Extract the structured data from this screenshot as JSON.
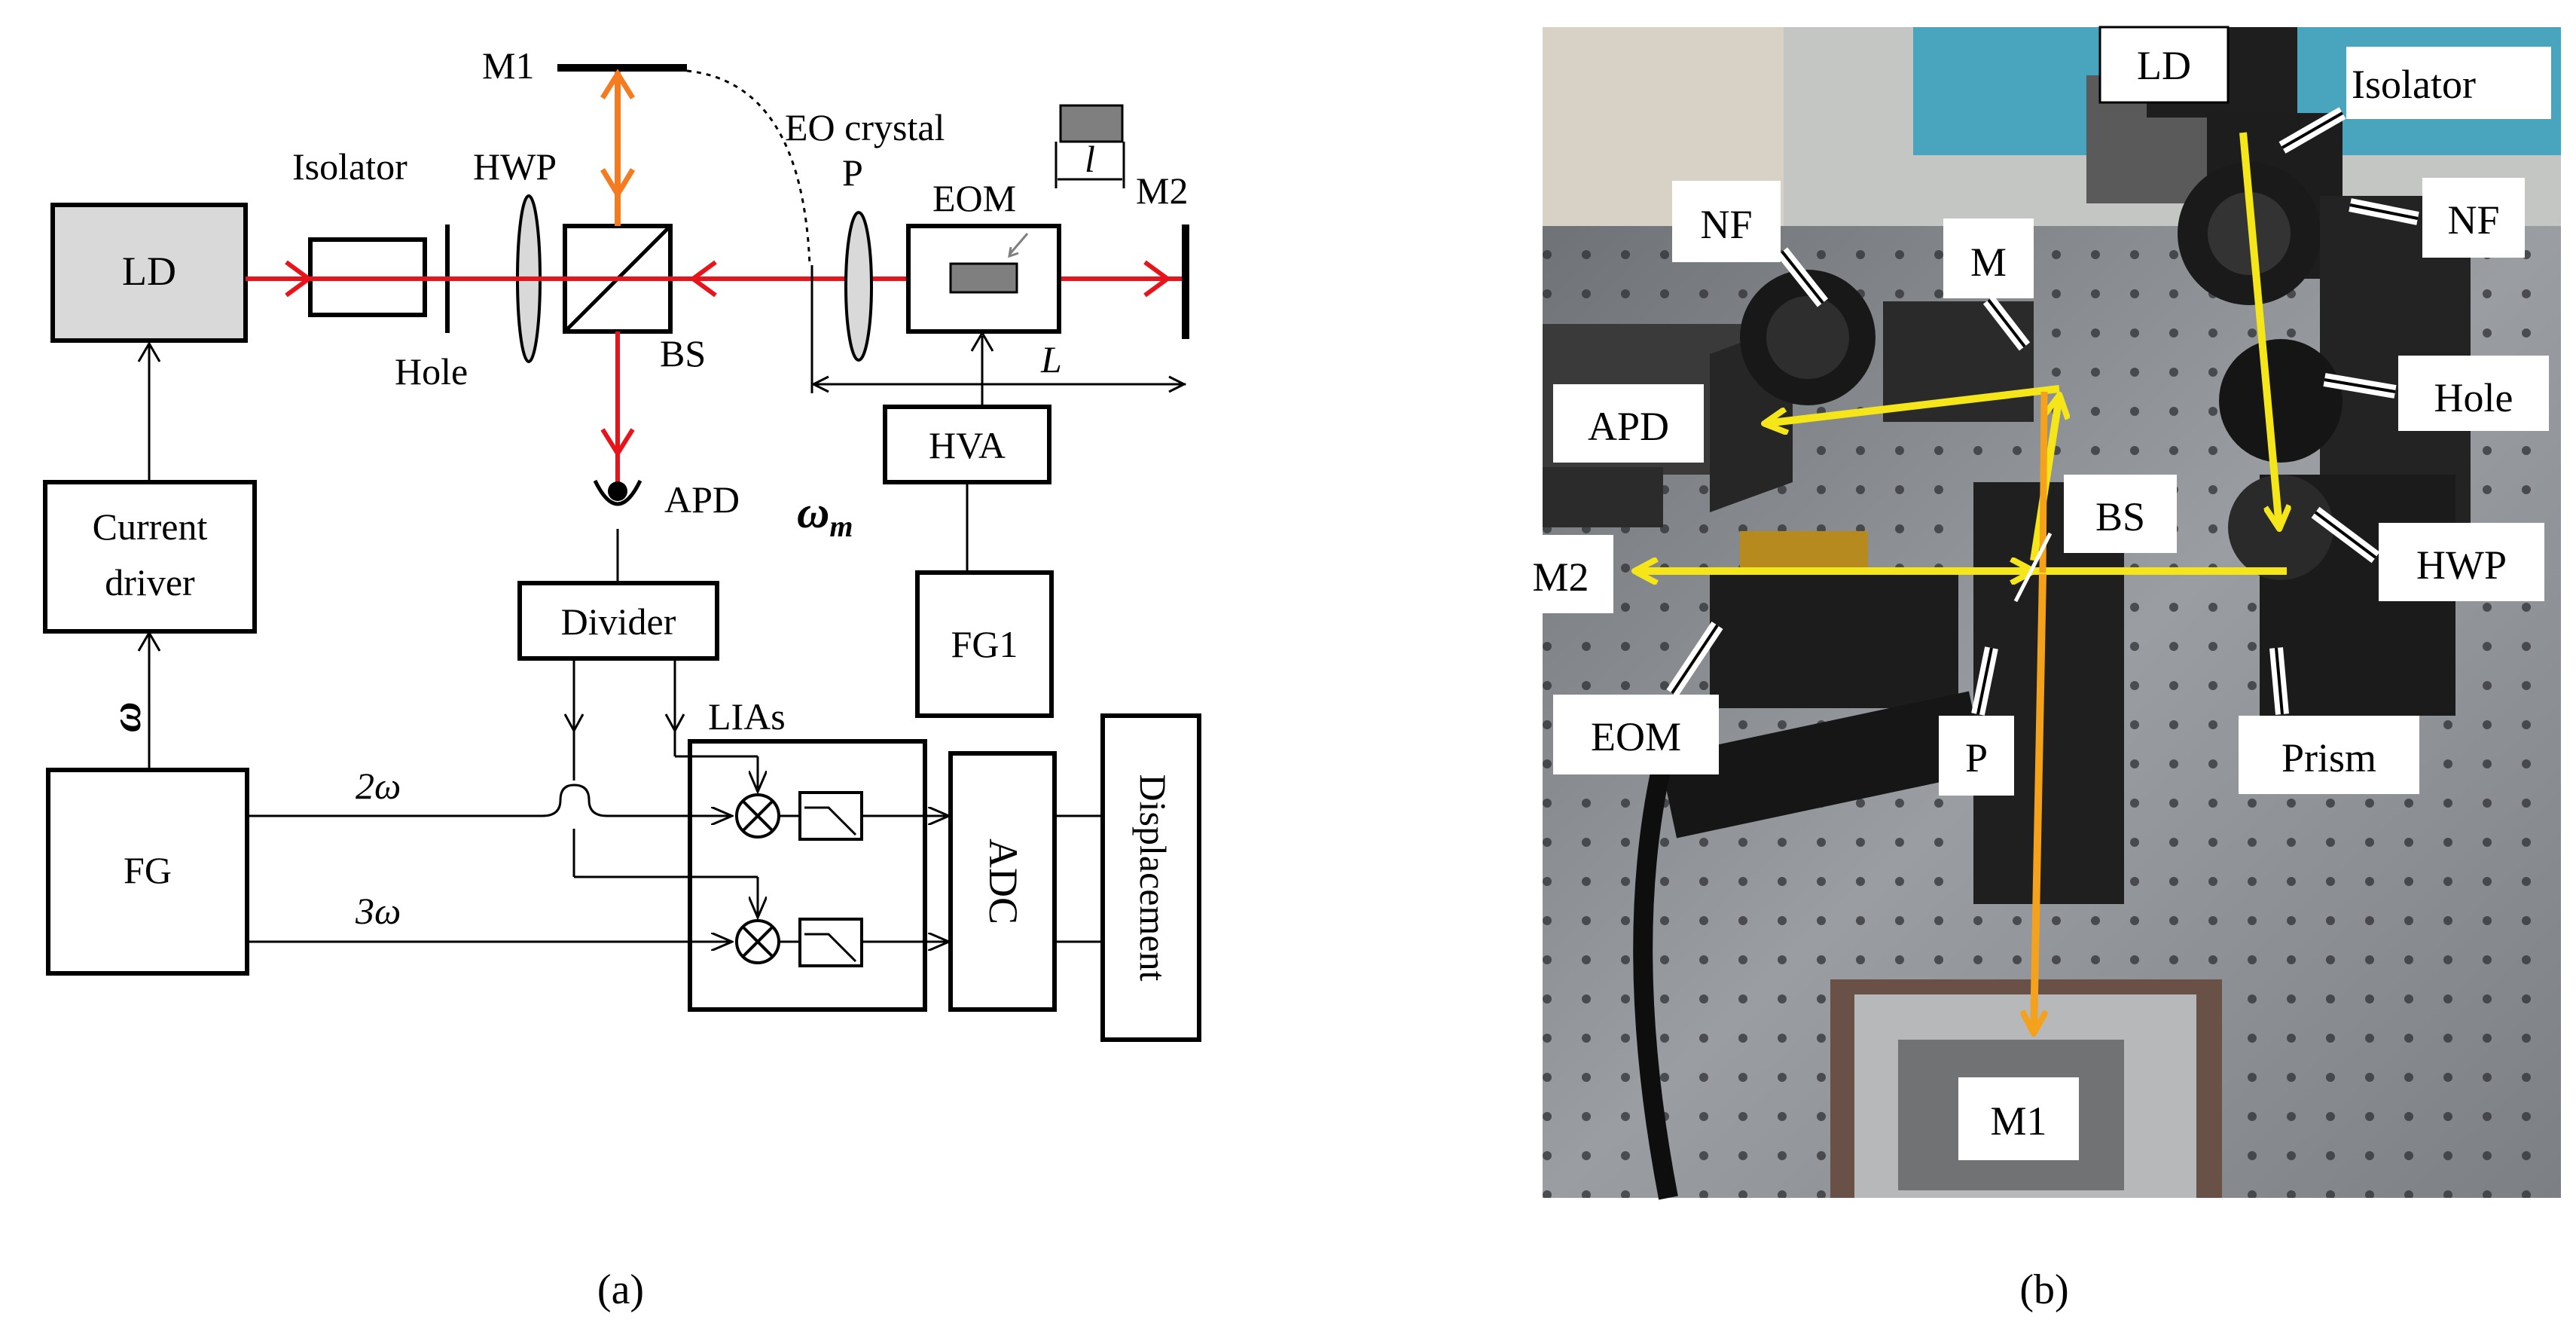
{
  "panel_a": {
    "caption": "(a)",
    "labels": {
      "ld": "LD",
      "isolator": "Isolator",
      "hwp": "HWP",
      "hole": "Hole",
      "bs": "BS",
      "m1": "M1",
      "m2": "M2",
      "eo_crystal": "EO crystal",
      "l_small": "l",
      "p": "P",
      "eom": "EOM",
      "l_big": "L",
      "apd": "APD",
      "hva": "HVA",
      "omega_m": "ω",
      "omega_m_sub": "m",
      "current_driver_1": "Current",
      "current_driver_2": "driver",
      "omega": "ω",
      "divider": "Divider",
      "fg1": "FG1",
      "lias": "LIAs",
      "fg": "FG",
      "two_omega": "2ω",
      "three_omega": "3ω",
      "adc": "ADC",
      "displacement": "Displacement"
    },
    "colors": {
      "laser": "#e8141b",
      "vertical_beam": "#f47b20",
      "ld_fill": "#d9d9d9",
      "line": "#000000"
    }
  },
  "panel_b": {
    "caption": "(b)",
    "labels": {
      "ld": "LD",
      "isolator": "Isolator",
      "nf_left": "NF",
      "nf_right": "NF",
      "m": "M",
      "hole": "Hole",
      "apd": "APD",
      "bs": "BS",
      "hwp": "HWP",
      "m2": "M2",
      "eom": "EOM",
      "p": "P",
      "prism": "Prism",
      "m1": "M1"
    },
    "colors": {
      "yellow_beam": "#f5e61a",
      "orange_beam": "#f4a21c",
      "table": "#8e9296"
    }
  }
}
